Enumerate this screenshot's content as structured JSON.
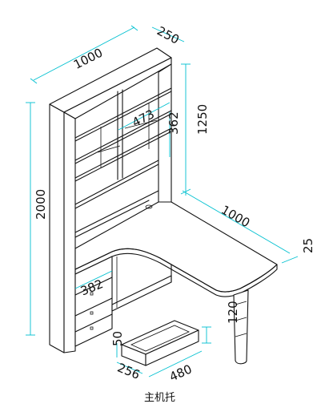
{
  "dimensions": {
    "depth_top": "250",
    "width_top": "1000",
    "shelf_width": "473",
    "shelf_height": "362",
    "upper_height": "1250",
    "total_height": "2000",
    "desk_width": "1000",
    "desk_thickness": "25",
    "drawer_width": "382",
    "tray_height": "120",
    "tray_thickness": "50",
    "tray_depth": "256",
    "tray_width": "480"
  },
  "caption": "主机托",
  "colors": {
    "dimension_line": "#00c0d0",
    "line_art": "#111111"
  }
}
